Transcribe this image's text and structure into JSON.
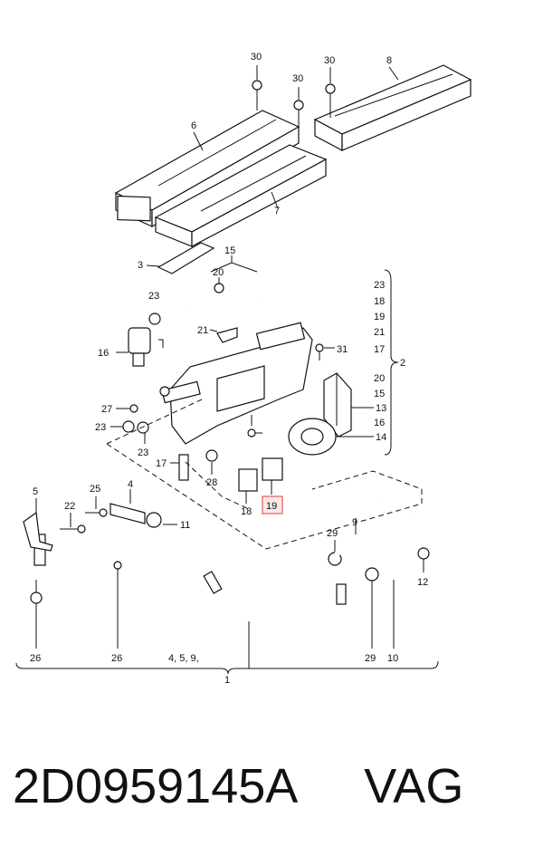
{
  "diagram": {
    "callouts": {
      "c1": "1",
      "c2": "2",
      "c3": "3",
      "c4": "4",
      "c4b": "4",
      "c5": "5",
      "c6": "6",
      "c7": "7",
      "c8": "8",
      "c9": "9",
      "c10": "10",
      "c11": "11",
      "c12": "12",
      "c13": "13",
      "c14": "14",
      "c15": "15",
      "c16": "16",
      "c17": "17",
      "c18": "18",
      "c19": "19",
      "c20": "20",
      "c21": "21",
      "c22": "22",
      "c23": "23",
      "c23b": "23",
      "c23c": "23",
      "c25": "25",
      "c26": "26",
      "c26b": "26",
      "c27": "27",
      "c28": "28",
      "c29": "29",
      "c29b": "29",
      "c30a": "30",
      "c30b": "30",
      "c30c": "30",
      "c31": "31"
    },
    "bracket_1_items": "4, 5, 9,",
    "bracket_2_upper": [
      "23",
      "18",
      "19",
      "21",
      "17"
    ],
    "bracket_2_lower": [
      "20",
      "15",
      "16"
    ],
    "highlight_color": "#e23b3b"
  },
  "caption": {
    "part_number": "2D0959145A",
    "brand": "VAG"
  }
}
